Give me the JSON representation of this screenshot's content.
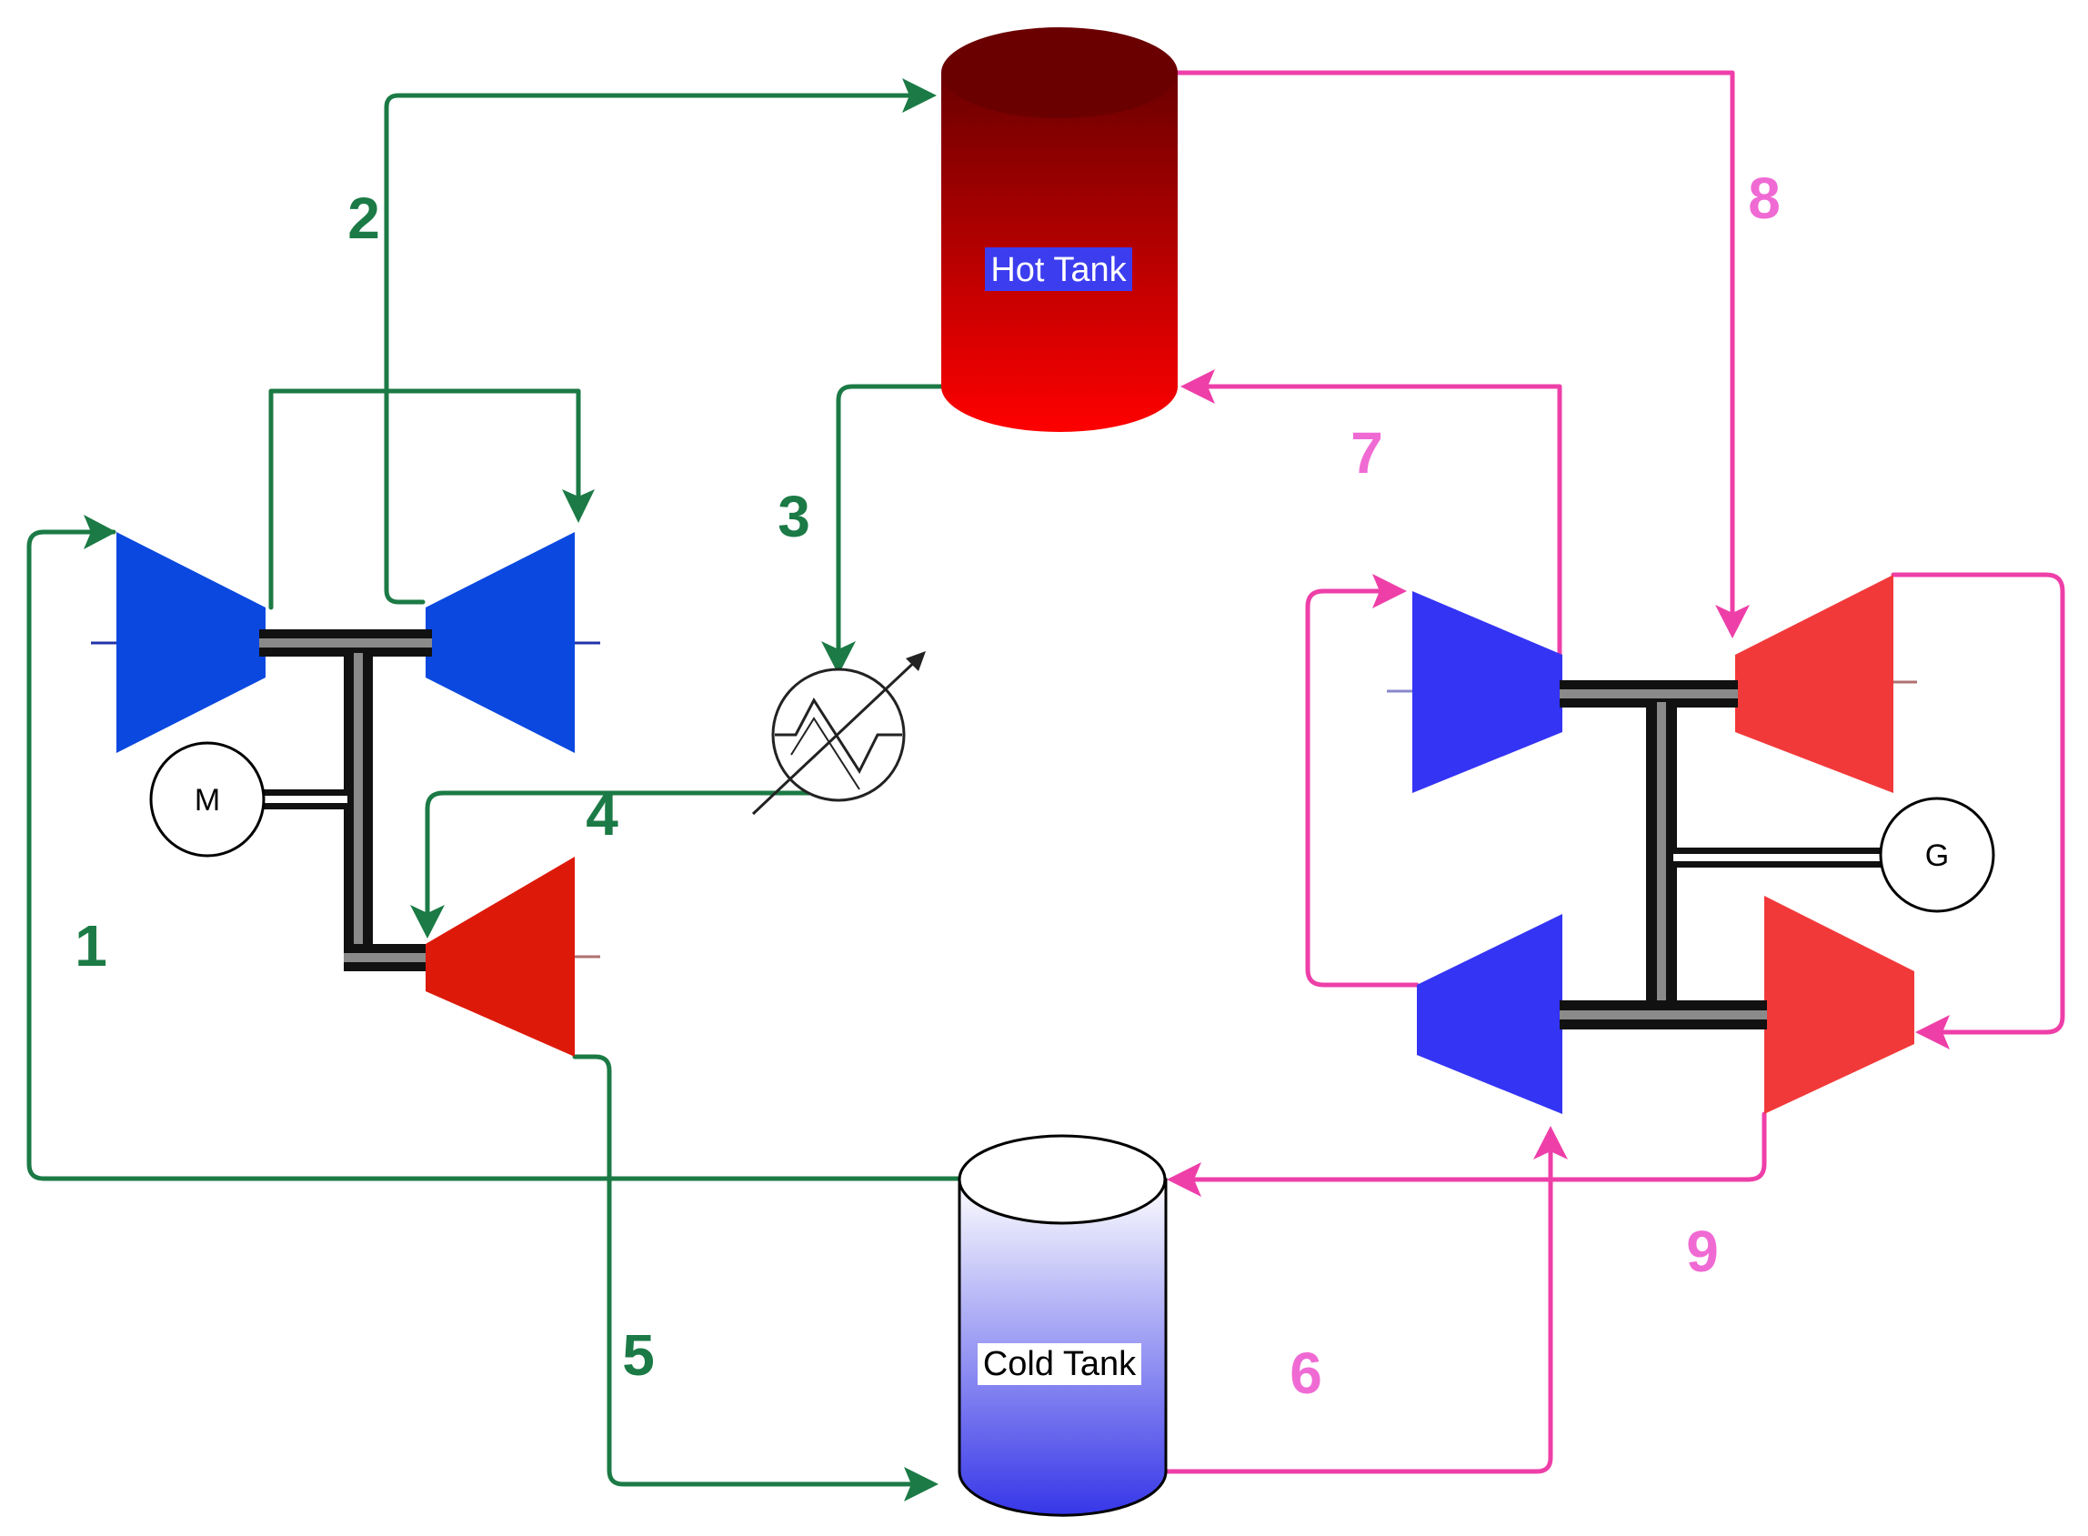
{
  "tanks": {
    "hot": {
      "label": "Hot Tank",
      "label_bg": "#3d3df0",
      "label_color": "#ffffff"
    },
    "cold": {
      "label": "Cold Tank",
      "label_bg": "#ffffff",
      "label_color": "#000000"
    }
  },
  "machines": {
    "motor": {
      "label": "M"
    },
    "generator": {
      "label": "G"
    }
  },
  "states": {
    "s1": "1",
    "s2": "2",
    "s3": "3",
    "s4": "4",
    "s5": "5",
    "s6": "6",
    "s7": "7",
    "s8": "8",
    "s9": "9"
  },
  "colors": {
    "charge_loop": "#1b7a45",
    "discharge_loop": "#ee3fa8",
    "compressor_blue_left": "#0a48e0",
    "compressor_blue_right": "#3434f5",
    "turbine_red_left": "#dd1a0a",
    "turbine_red_right": "#f2393a",
    "hot_tank_top": "#6b0000",
    "hot_tank_bottom": "#ff0000",
    "cold_tank_top": "#ffffff",
    "cold_tank_bottom": "#3636e8",
    "heat_exchanger": "#222222"
  },
  "icons": {
    "heat_exchanger": "heat-exchanger-icon",
    "motor": "motor-icon",
    "generator": "generator-icon"
  }
}
